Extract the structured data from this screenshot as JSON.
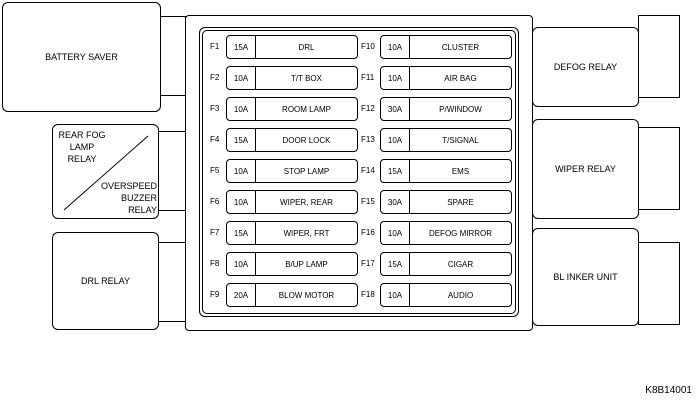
{
  "relays": {
    "battery_saver": "BATTERY SAVER",
    "rear_fog_lamp_relay": "REAR FOG\nLAMP\nRELAY",
    "overspeed_buzzer_relay": "OVERSPEED\nBUZZER\nRELAY",
    "drl_relay": "DRL RELAY",
    "defog_relay": "DEFOG RELAY",
    "wiper_relay": "WIPER RELAY",
    "blinker_unit": "BL INKER UNIT"
  },
  "fuses_left": [
    {
      "id": "F1",
      "amp": "15A",
      "name": "DRL"
    },
    {
      "id": "F2",
      "amp": "10A",
      "name": "T/T BOX"
    },
    {
      "id": "F3",
      "amp": "10A",
      "name": "ROOM LAMP"
    },
    {
      "id": "F4",
      "amp": "15A",
      "name": "DOOR LOCK"
    },
    {
      "id": "F5",
      "amp": "10A",
      "name": "STOP LAMP"
    },
    {
      "id": "F6",
      "amp": "10A",
      "name": "WIPER, REAR"
    },
    {
      "id": "F7",
      "amp": "15A",
      "name": "WIPER, FRT"
    },
    {
      "id": "F8",
      "amp": "10A",
      "name": "B/UP LAMP"
    },
    {
      "id": "F9",
      "amp": "20A",
      "name": "BLOW MOTOR"
    }
  ],
  "fuses_right": [
    {
      "id": "F10",
      "amp": "10A",
      "name": "CLUSTER"
    },
    {
      "id": "F11",
      "amp": "10A",
      "name": "AIR BAG"
    },
    {
      "id": "F12",
      "amp": "30A",
      "name": "P/WINDOW"
    },
    {
      "id": "F13",
      "amp": "10A",
      "name": "T/SIGNAL"
    },
    {
      "id": "F14",
      "amp": "15A",
      "name": "EMS"
    },
    {
      "id": "F15",
      "amp": "30A",
      "name": "SPARE"
    },
    {
      "id": "F16",
      "amp": "10A",
      "name": "DEFOG MIRROR"
    },
    {
      "id": "F17",
      "amp": "15A",
      "name": "CIGAR"
    },
    {
      "id": "F18",
      "amp": "10A",
      "name": "AUDIO"
    }
  ],
  "diagram_code": "K8B14001"
}
